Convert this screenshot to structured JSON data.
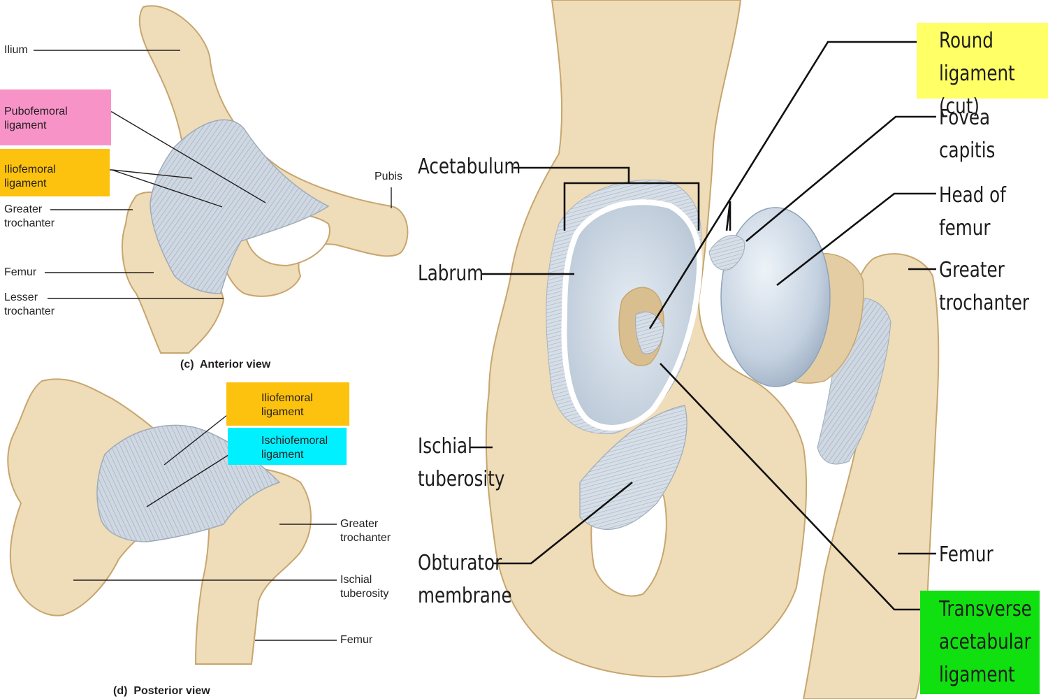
{
  "colors": {
    "bone": "#efdcb8",
    "bone_shadow": "#d9bf90",
    "bone_dark": "#c7a66f",
    "ligament": "#c9d3de",
    "ligament_dark": "#9eabb9",
    "cartilage": "#d2dde9",
    "highlight_pink": "#f893c8",
    "highlight_orange": "#fdc20d",
    "highlight_cyan": "#00f0ff",
    "highlight_yellow": "#ffff66",
    "highlight_green": "#10e010",
    "leader": "#231f20"
  },
  "anterior": {
    "caption_letter": "(c)",
    "caption": "Anterior view",
    "labels": {
      "ilium": "Ilium",
      "pubofemoral": "Pubofemoral\nligament",
      "iliofemoral": "Iliofemoral\nligament",
      "greater_trochanter": "Greater\ntrochanter",
      "femur": "Femur",
      "lesser_trochanter": "Lesser\ntrochanter",
      "pubis": "Pubis"
    }
  },
  "posterior": {
    "caption_letter": "(d)",
    "caption": "Posterior view",
    "labels": {
      "iliofemoral": "Iliofemoral\nligament",
      "ischiofemoral": "Ischiofemoral\nligament",
      "greater_trochanter": "Greater\ntrochanter",
      "ischial_tuberosity": "Ischial\ntuberosity",
      "femur": "Femur"
    }
  },
  "lateral": {
    "labels": {
      "acetabulum": "Acetabulum",
      "labrum": "Labrum",
      "ischial_tuberosity": "Ischial\ntuberosity",
      "obturator_membrane": "Obturator\nmembrane",
      "round_ligament": "Round\nligament (cut)",
      "fovea_capitis": "Fovea\ncapitis",
      "head_of_femur": "Head of\nfemur",
      "greater_trochanter": "Greater\ntrochanter",
      "femur": "Femur",
      "transverse_ligament": "Transverse\nacetabular\nligament"
    }
  }
}
